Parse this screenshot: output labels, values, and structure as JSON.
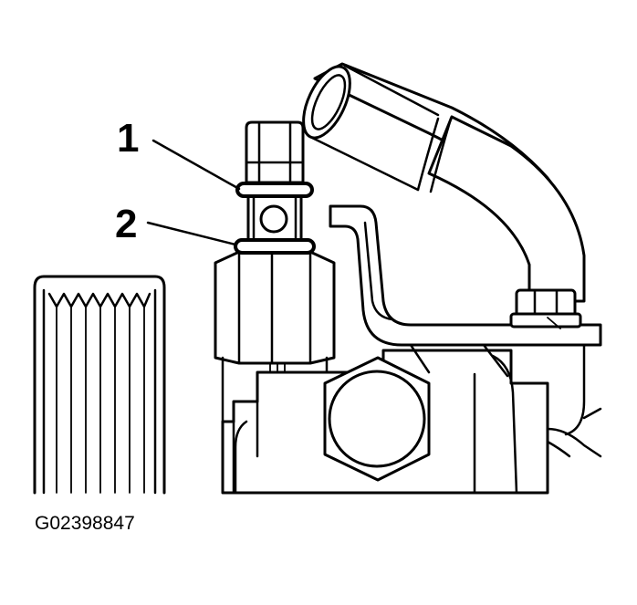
{
  "callouts": {
    "one": "1",
    "two": "2"
  },
  "figure_code": "G02398847",
  "colors": {
    "line": "#000000",
    "background": "#ffffff"
  }
}
